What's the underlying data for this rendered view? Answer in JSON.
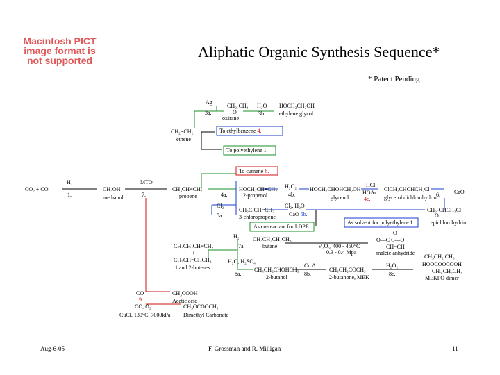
{
  "pict_notice": "Macintosh PICT image format is not supported",
  "title": "Aliphatic Organic Synthesis Sequence*",
  "patent_note": "* Patent Pending",
  "footer": {
    "date": "Aug-6-05",
    "authors": "F. Grossman and R. Milligan",
    "page": "11"
  },
  "colors": {
    "green": "#1a8f2a",
    "blue": "#1a3fcc",
    "red": "#d01010",
    "black": "#000000"
  },
  "labels": {
    "ag": "Ag",
    "step_3a": "3a.",
    "oxirane_formula": "CH₂-CH₂",
    "oxirane_o": "O",
    "oxirane": "oxirane",
    "h2o_top": "H₂O",
    "step_3b": "3b.",
    "ethylene_glycol_formula": "HOCH₂CH₂OH",
    "ethylene_glycol": "ethylene glycol",
    "ethene_formula": "CH₂=CH₂",
    "ethene": "ethene",
    "to_ethylbenzene": "To ethylbenzene",
    "to_ethylbenzene_num": "4.",
    "to_polyethylene": "To polyethylene",
    "to_polyethylene_num": "1.",
    "to_cumene": "To cumene",
    "to_cumene_num": "6.",
    "h2_left": "H₂",
    "mto": "MTO",
    "co2_co": "CO₂ + CO",
    "step_1": "1.",
    "methanol_formula": "CH₃OH",
    "methanol": "methanol",
    "step_7": "7.",
    "propene_formula": "CH₃CH=CH₂",
    "propene": "propene",
    "step_4a": "4a.",
    "propanol_formula": "HOCH₂CH=CH₂",
    "propanol": "2-propenol",
    "h2o2": "H₂O₂",
    "step_4b": "4b.",
    "glycerol_formula": "HOCH₂CHOHCH₂OH",
    "glycerol": "glycerol",
    "hcl": "HCl",
    "hoac": "HOAc",
    "step_4c": "4c.",
    "dichlorohydrin_formula": "ClCH₂CHOHCH₂Cl",
    "dichlorohydrin": "glycerol dichlorohydrin",
    "step_6": "6.",
    "cao_right": "CaO",
    "cl2": "Cl₂",
    "step_5a": "5a.",
    "chloropropene_formula": "CH₂ClCH=CH₂",
    "chloropropene": "3-chloropropene",
    "cl2_h2o": "Cl₂, H₂O",
    "cao_5b": "CaO",
    "step_5b": "5b.",
    "epi_formula": "CH₂-CHCH₂Cl",
    "epi_o": "O",
    "epichlorohydrin": "epichlorohydrin",
    "solvent_polyethylene": "As solvent for polyethylene 1.",
    "co_reactant_ldpe": "As co-reactant for LDPE",
    "h2_mid": "H₂",
    "butene_formula_1": "CH₃CH₂CH=CH₂",
    "butene_plus": "+",
    "butene_formula_2": "CH₃CH=CHCH₃",
    "butenes": "1 and 2-butenes",
    "step_7a": "7a.",
    "butane_formula": "CH₃CH₂CH₂CH₃",
    "butane": "butane",
    "v2o5": "V₂O₅, 400 - 450°C",
    "mpa": "0.3 - 0.4 Mpa",
    "anhydride_o_top": "O",
    "anhydride_c_o": "O—C      C—O",
    "anhydride_ch": "CH=CH",
    "maleic_anhydride": "maleic anhydride",
    "h2o_h2so4": "H₂O, H₂SO₄",
    "step_8a": "8a.",
    "butanol_formula": "CH₃CH₂CHOHCH₃",
    "butanol": "2-butanol",
    "cu_delta": "Cu Δ",
    "step_8b": "8b.",
    "butanone_formula": "CH₃CH₂COCH₃",
    "butanone": "2-butanone, MEK",
    "h2o2_8c": "H₂O₂",
    "step_8c": "8c.",
    "mekpo_formula_1": "CH₃CH₂ CH₃",
    "mekpo_formula_2": "HOOCOOCOOH",
    "mekpo_formula_3": "CH₃ CH₂CH₃",
    "mekpo": "MEKPO dimer",
    "co_9": "CO",
    "step_9": "9.",
    "co_o2": "CO, O₂",
    "cucl_conditions": "CuCl, 130°C, 7000kPa",
    "acetic_acid_formula": "CH₃COOH",
    "acetic_acid": "Acetic acid",
    "dmc_formula": "CH₃OCOOCH₃",
    "dmc": "Dimethyl Carbonate"
  }
}
